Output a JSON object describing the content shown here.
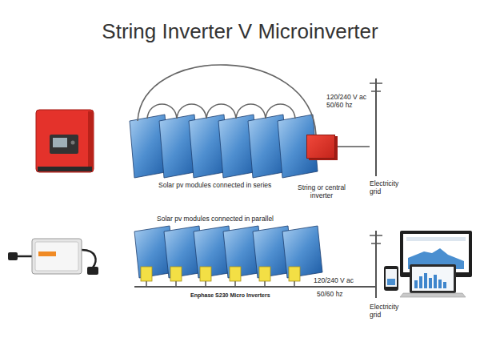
{
  "diagram": {
    "title": "String Inverter V Microinverter",
    "nodes": [
      {
        "text": [
          "String or central inverter"
        ]
      },
      {
        "text": [
          "Electricity grid"
        ]
      },
      {
        "text": [
          "Electricity grid"
        ]
      }
    ],
    "edges": [
      {
        "from": 0,
        "to": 1,
        "arrow": "none"
      }
    ],
    "labels": [
      "120/240 V ac 50/60 hz",
      "Solar pv modules connected in series",
      "Solar pv modules connected in parallel",
      "Enphase S230 Micro Inverters",
      "120/240 V ac",
      "50/60 hz"
    ]
  }
}
